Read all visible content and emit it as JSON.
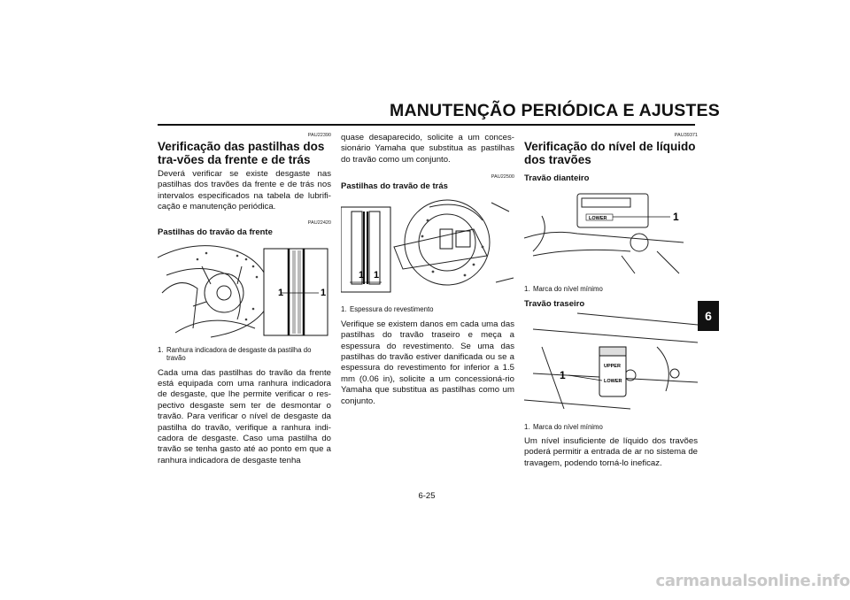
{
  "header": {
    "title": "MANUTENÇÃO PERIÓDICA E AJUSTES"
  },
  "col1": {
    "code1": "PAU22390",
    "heading": "Verificação das pastilhas dos tra-vões da frente e de trás",
    "intro": "Deverá verificar se existe desgaste nas pastilhas dos travões da frente e de trás nos intervalos especificados na tabela de lubrifi-cação e manutenção periódica.",
    "code2": "PAU22420",
    "subheading": "Pastilhas do travão da frente",
    "figure_labels": [
      "1",
      "1"
    ],
    "caption_num": "1.",
    "caption": "Ranhura indicadora de desgaste da pastilha do travão",
    "body": "Cada uma das pastilhas do travão da frente está equipada com uma ranhura indicadora de desgaste, que lhe permite verificar o res-pectivo desgaste sem ter de desmontar o travão. Para verificar o nível de desgaste da pastilha do travão, verifique a ranhura indi-cadora de desgaste. Caso uma pastilha do travão se tenha gasto até ao ponto em que a ranhura indicadora de desgaste tenha"
  },
  "col2": {
    "continuation": "quase desaparecido, solicite a um conces-sionário Yamaha que substitua as pastilhas do travão como um conjunto.",
    "code": "PAU22500",
    "subheading": "Pastilhas do travão de trás",
    "figure_labels": [
      "1",
      "1"
    ],
    "caption_num": "1.",
    "caption": "Espessura do revestimento",
    "body": "Verifique se existem danos em cada uma das pastilhas do travão traseiro e meça a espessura do revestimento. Se uma das pastilhas do travão estiver danificada ou se a espessura do revestimento for inferior a 1.5 mm (0.06 in), solicite a um concessioná-rio Yamaha que substitua as pastilhas como um conjunto."
  },
  "col3": {
    "code": "PAU39371",
    "heading": "Verificação do nível de líquido dos travões",
    "sub1": "Travão dianteiro",
    "fig1_label": "1",
    "fig1_lower": "LOWER",
    "caption1_num": "1.",
    "caption1": "Marca do nível mínimo",
    "sub2": "Travão traseiro",
    "fig2_label": "1",
    "fig2_upper": "UPPER",
    "fig2_lower": "LOWER",
    "caption2_num": "1.",
    "caption2": "Marca do nível mínimo",
    "body": "Um nível insuficiente de líquido dos travões poderá permitir a entrada de ar no sistema de travagem, podendo torná-lo ineficaz."
  },
  "chapter_tab": "6",
  "page_number": "6-25",
  "watermark": "carmanualsonline.info"
}
